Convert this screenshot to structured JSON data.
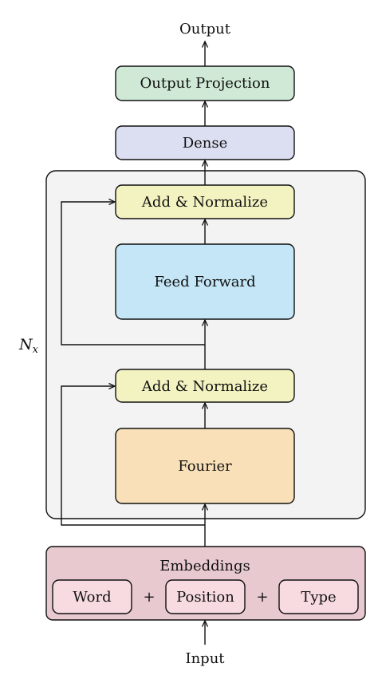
{
  "labels": {
    "output": "Output",
    "input": "Input",
    "repeat": "N",
    "repeat_sub": "x"
  },
  "blocks": {
    "output_projection": "Output Projection",
    "dense": "Dense",
    "add_norm_top": "Add & Normalize",
    "feed_forward": "Feed Forward",
    "add_norm_bottom": "Add & Normalize",
    "fourier": "Fourier"
  },
  "embeddings": {
    "title": "Embeddings",
    "word": "Word",
    "position": "Position",
    "type": "Type",
    "plus_1": "+",
    "plus_2": "+"
  },
  "colors": {
    "output_projection": "#cfe9d6",
    "dense": "#dcdff2",
    "add_norm": "#f3f3c2",
    "feed_forward": "#c4e6f6",
    "fourier": "#f9e0b8",
    "embeddings_outer": "#e8c9cf",
    "embeddings_inner": "#f7dbe0",
    "encoder_block": "#f3f3f3",
    "stroke": "#111111"
  }
}
